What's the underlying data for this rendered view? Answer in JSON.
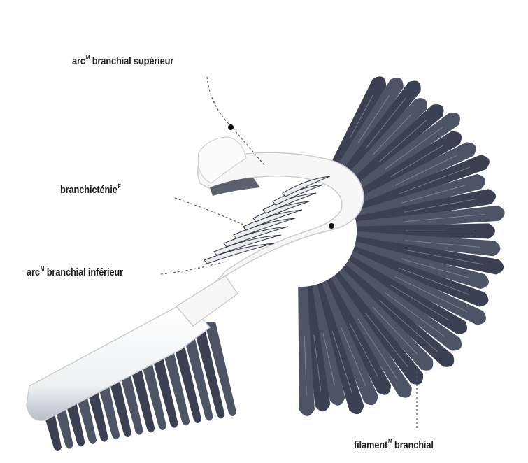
{
  "labels": {
    "upper_arch": {
      "text": "arc",
      "sup": "M",
      "rest": " branchial supérieur"
    },
    "rakers": {
      "text": "branchicténie",
      "sup": "F",
      "rest": ""
    },
    "lower_arch": {
      "text": "arc",
      "sup": "M",
      "rest": " branchial inférieur"
    },
    "filament": {
      "text": "filament",
      "sup": "M",
      "rest": " branchial"
    }
  },
  "colors": {
    "filament": "#4d5466",
    "filament_dark": "#3b4152",
    "filament_light": "#9aa0ae",
    "arch": "#f4f4f4",
    "arch_shadow": "#b8bcc6",
    "leader": "#555555"
  }
}
